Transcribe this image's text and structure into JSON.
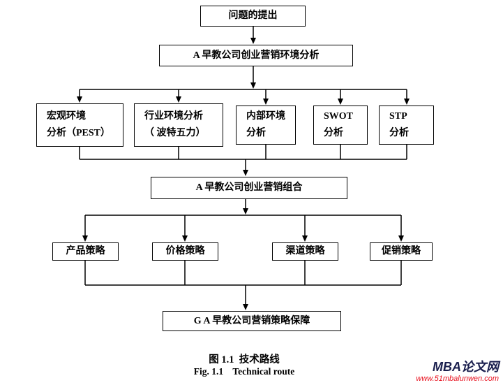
{
  "diagram": {
    "nodes": {
      "problem": "问题的提出",
      "environment_analysis": "A 早教公司创业营销环境分析",
      "marketing_mix": "A 早教公司创业营销组合",
      "guarantee": "G A 早教公司营销策略保障"
    },
    "analysis_boxes": [
      {
        "line1": "宏观环境",
        "line2": "分析（PEST）"
      },
      {
        "line1": "行业环境分析",
        "line2": "（ 波特五力）"
      },
      {
        "line1": "内部环境",
        "line2": "分析"
      },
      {
        "line1": "SWOT",
        "line2": "分析"
      },
      {
        "line1": "STP",
        "line2": "分析"
      }
    ],
    "strategy_boxes": [
      "产品策略",
      "价格策略",
      "渠道策略",
      "促销策略"
    ],
    "caption_cn": "图 1.1  技术路线",
    "caption_en": "Fig. 1.1    Technical route"
  },
  "watermark": {
    "site_name": "MBA论文网",
    "site_url": "www.51mbalunwen.com",
    "name_color": "#1a1f4e",
    "url_color": "#e8101e"
  },
  "colors": {
    "line_color": "#000000",
    "box_border": "#000000",
    "background": "#ffffff"
  }
}
